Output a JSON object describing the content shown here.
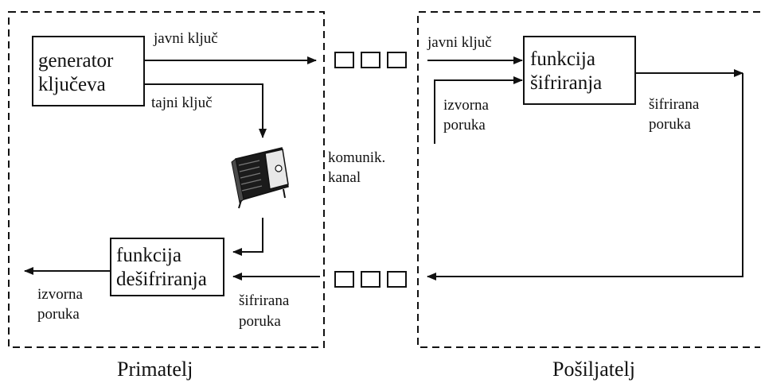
{
  "receiver": {
    "title": "Primatelj",
    "key_generator": {
      "line1": "generator",
      "line2": "ključeva"
    },
    "public_key_label": "javni ključ",
    "private_key_label": "tajni ključ",
    "decryption": {
      "line1": "funkcija",
      "line2": "dešifriranja"
    },
    "encrypted_msg_label": {
      "line1": "šifrirana",
      "line2": "poruka"
    },
    "source_msg_label": {
      "line1": "izvorna",
      "line2": "poruka"
    },
    "safe_icon": "safe-icon"
  },
  "channel": {
    "label": {
      "line1": "komunik.",
      "line2": "kanal"
    }
  },
  "sender": {
    "title": "Pošiljatelj",
    "public_key_label": "javni ključ",
    "encryption": {
      "line1": "funkcija",
      "line2": "šifriranja"
    },
    "source_msg_label": {
      "line1": "izvorna",
      "line2": "poruka"
    },
    "encrypted_msg_label": {
      "line1": "šifrirana",
      "line2": "poruka"
    }
  },
  "colors": {
    "ink": "#111111",
    "background": "#ffffff"
  }
}
